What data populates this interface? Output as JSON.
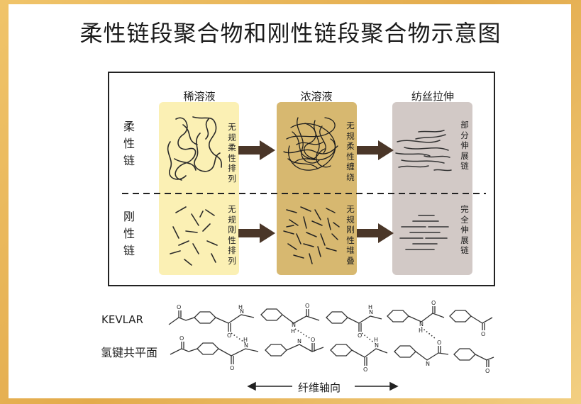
{
  "title": "柔性链段聚合物和刚性链段聚合物示意图",
  "columns": [
    "稀溶液",
    "浓溶液",
    "纺丝拉伸"
  ],
  "rows": [
    "柔性链",
    "刚性链"
  ],
  "cells": {
    "flexible": [
      "无规柔性排列",
      "无规柔性缠绕",
      "部分伸展链"
    ],
    "rigid": [
      "无规刚性排列",
      "无规刚性堆叠",
      "完全伸展链"
    ]
  },
  "colors": {
    "dilute": "#fbf0b4",
    "concentrated": "#d7b870",
    "spun": "#d2c9c6",
    "arrow": "#4a3628"
  },
  "molecule": {
    "name": "KEVLAR",
    "note": "氢键共平面",
    "atoms": {
      "oxygen": "O",
      "nitrogen": "N",
      "hydrogen": "H"
    },
    "axis_label": "纤维轴向"
  }
}
